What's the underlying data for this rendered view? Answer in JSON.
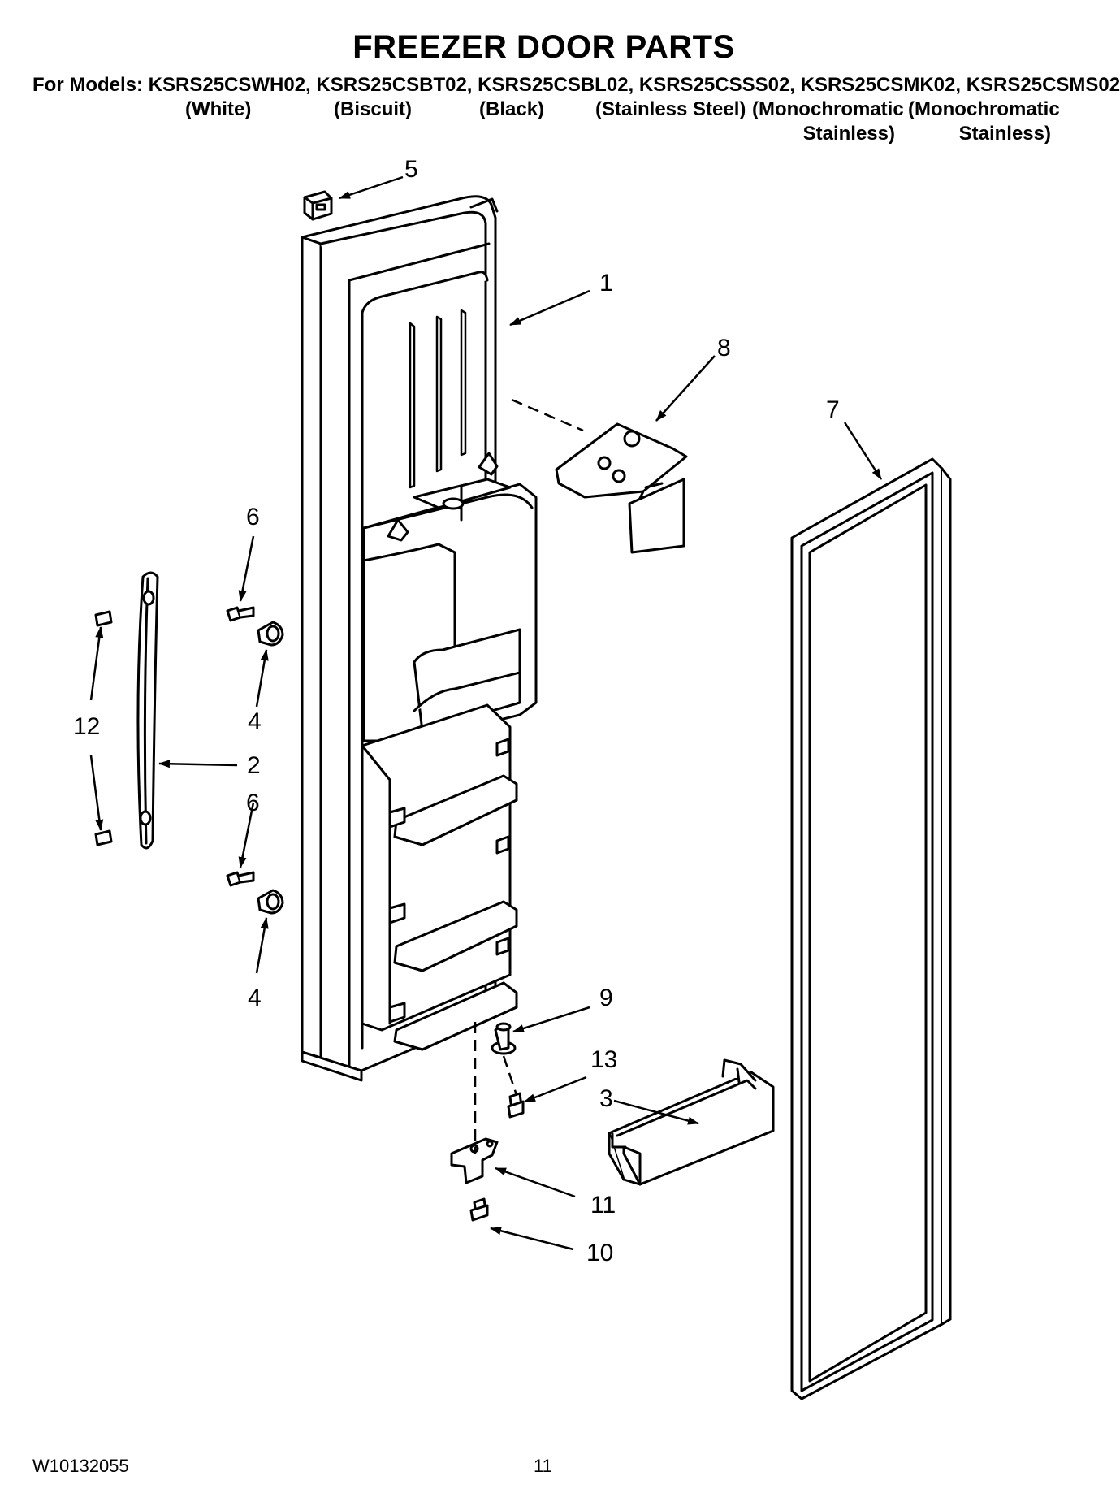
{
  "header": {
    "title": "FREEZER DOOR PARTS",
    "models_line": "For Models: KSRS25CSWH02, KSRS25CSBT02, KSRS25CSBL02, KSRS25CSSS02, KSRS25CSMK02, KSRS25CSMS02",
    "colors": [
      {
        "line1": "(White)",
        "line2": ""
      },
      {
        "line1": "(Biscuit)",
        "line2": ""
      },
      {
        "line1": "(Black)",
        "line2": ""
      },
      {
        "line1": "(Stainless Steel)",
        "line2": ""
      },
      {
        "line1": "(Monochromatic",
        "line2": "Stainless)"
      },
      {
        "line1": "(Monochromatic",
        "line2": "Stainless)"
      }
    ]
  },
  "callouts": {
    "c1": "1",
    "c2": "2",
    "c3": "3",
    "c4a": "4",
    "c4b": "4",
    "c5": "5",
    "c6a": "6",
    "c6b": "6",
    "c7": "7",
    "c8": "8",
    "c9": "9",
    "c10": "10",
    "c11": "11",
    "c12": "12",
    "c13": "13"
  },
  "footer": {
    "doc_number": "W10132055",
    "page_number": "11"
  }
}
